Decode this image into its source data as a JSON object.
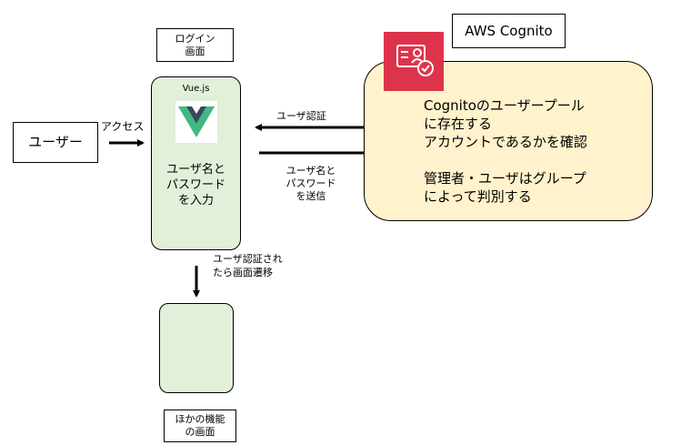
{
  "user_box": {
    "label": "ユーザー"
  },
  "access_label": "アクセス",
  "login_screen_label": {
    "line1": "ログイン",
    "line2": "画面"
  },
  "login_panel": {
    "framework_label": "Vue.js",
    "instruction": {
      "line1": "ユーザ名と",
      "line2": "パスワード",
      "line3": "を入力"
    }
  },
  "auth_arrow_label": "ユーザ認証",
  "send_label": {
    "line1": "ユーザ名と",
    "line2": "パスワード",
    "line3": "を送信"
  },
  "aws_cognito_label": "AWS Cognito",
  "cognito_panel": {
    "line1": "Cognitoのユーザープール",
    "line2": "に存在する",
    "line3": "アカウントであるかを確認",
    "line4": "管理者・ユーザはグループ",
    "line5": "によって判別する"
  },
  "transition_label": {
    "line1": "ユーザ認証され",
    "line2": "たら画面遷移"
  },
  "other_screen_label": {
    "line1": "ほかの機能",
    "line2": "の画面"
  },
  "colors": {
    "panel_green": "#e2efd9",
    "panel_yellow": "#fff2cc",
    "cognito_red": "#dd344c",
    "vue_green": "#41b883",
    "vue_dark": "#35495e"
  },
  "icons": [
    "vue-logo-icon",
    "aws-cognito-icon"
  ]
}
